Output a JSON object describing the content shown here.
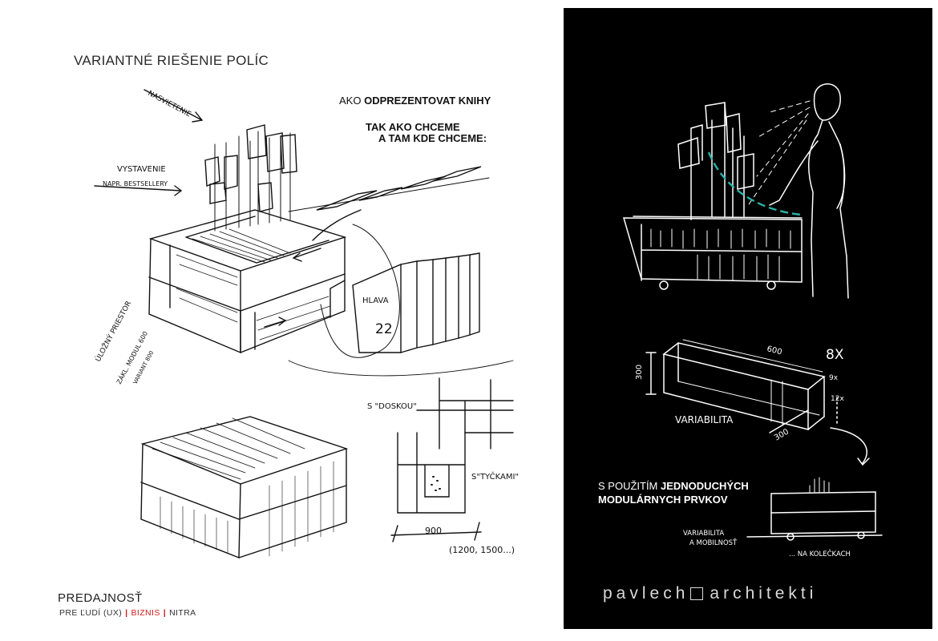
{
  "page": {
    "title": "VARIANTNÉ RIEŠENIE POLÍC"
  },
  "callouts": {
    "line1_prefix": "AKO ",
    "line1_bold": "ODPREZENTOVAT KNIHY",
    "line2": "TAK AKO CHCEME",
    "line3": "A TAM KDE CHCEME:"
  },
  "sketch_labels": {
    "lighting": "NASVIETENIE",
    "display": "VYSTAVENIE",
    "display_sub": "NAPR. BESTSELLERY",
    "storage": "ÚLOŽNÝ PRIESTOR",
    "module": "ZÁKL. MODUL 600",
    "variant": "VARIANT 800",
    "book_head": "HLAVA",
    "book_number": "22",
    "with_board": "S \"DOSKOU\"",
    "with_rods": "S\"TYČKAMI\"",
    "width": "900",
    "widths_alt": "(1200, 1500...)",
    "dim_600": "600",
    "dim_300a": "300",
    "dim_300b": "300",
    "multiplier": "8X",
    "count_a": "9x",
    "count_b": "12x",
    "variability": "VARIABILITA",
    "variability_mobility_1": "VARIABILITA",
    "variability_mobility_2": "A MOBILNOSŤ",
    "on_wheels": "... NA KOLEČKACH"
  },
  "dark_callout": {
    "prefix": "S POUŽITÍM ",
    "bold": "JEDNODUCHÝCH",
    "line2": "MODULÁRNYCH PRVKOV"
  },
  "footer": {
    "title": "PREDAJNOSŤ",
    "crumb1": "PRE ĽUDÍ (UX)",
    "crumb2": "BIZNIS",
    "crumb3": "NITRA",
    "accent_color": "#d01c1c"
  },
  "brand": {
    "part1": "pavlech",
    "part2": "architekti"
  }
}
